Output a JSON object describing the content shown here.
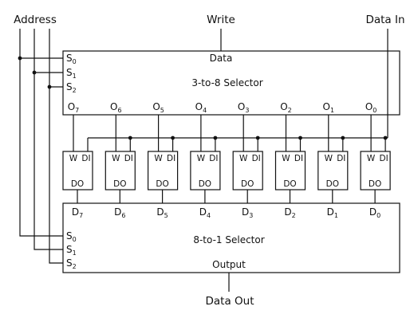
{
  "labels": {
    "address": "Address",
    "write": "Write",
    "data_in": "Data In",
    "data_out": "Data Out"
  },
  "top_selector": {
    "title": "3-to-8 Selector",
    "data_label": "Data",
    "select_prefix": "S",
    "select_indices": [
      "0",
      "1",
      "2"
    ],
    "output_prefix": "O",
    "output_indices": [
      "7",
      "6",
      "5",
      "4",
      "3",
      "2",
      "1",
      "0"
    ]
  },
  "memory_cells": {
    "write_label": "W",
    "data_in_label": "DI",
    "data_out_label": "DO",
    "count": 8
  },
  "bottom_selector": {
    "title": "8-to-1 Selector",
    "output_label": "Output",
    "select_prefix": "S",
    "select_indices": [
      "0",
      "1",
      "2"
    ],
    "input_prefix": "D",
    "input_indices": [
      "7",
      "6",
      "5",
      "4",
      "3",
      "2",
      "1",
      "0"
    ]
  }
}
